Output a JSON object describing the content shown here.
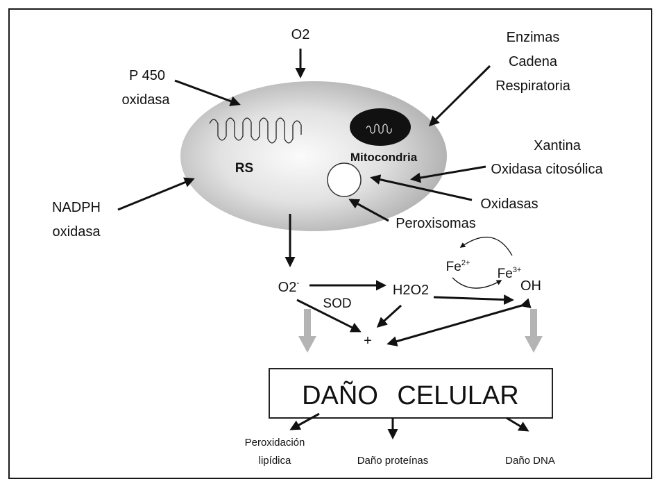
{
  "labels": {
    "o2_top": "O2",
    "enzimas": "Enzimas",
    "cadena": "Cadena",
    "respiratoria": "Respiratoria",
    "p450": "P 450",
    "p450_oxidasa": "oxidasa",
    "rs": "RS",
    "mitocondria": "Mitocondria",
    "xantina": "Xantina",
    "oxidasa_citosolica": "Oxidasa citosólica",
    "nadph": "NADPH",
    "nadph_oxidasa": "oxidasa",
    "oxidasas": "Oxidasas",
    "peroxisomas": "Peroxisomas",
    "superoxide": "O2",
    "superoxide_charge": "-",
    "sod": "SOD",
    "h2o2": "H2O2",
    "fe2": "Fe",
    "fe2_charge": "2+",
    "fe3": "Fe",
    "fe3_charge": "3+",
    "oh": "OH",
    "plus": "+",
    "dano": "DAÑO",
    "celular_cel": "CEL",
    "celular_rest": "ULAR",
    "peroxidacion": "Peroxidación",
    "lipidica": "lipídica",
    "dano_proteinas": "Daño proteínas",
    "dano_dna": "Daño DNA"
  },
  "colors": {
    "cell_gradient_center": "#f6f6f6",
    "cell_gradient_edge": "#b8b8b8",
    "mitochondria": "#111111",
    "gray_arrow": "#b4b4b4",
    "celular_highlight": "#b0253a"
  }
}
